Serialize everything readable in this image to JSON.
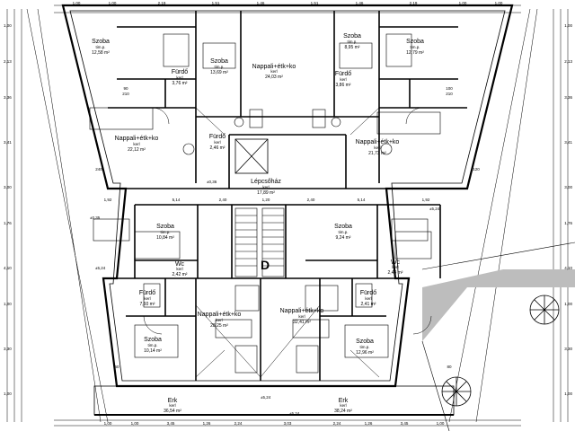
{
  "rooms": [
    {
      "id": "szoba-tl",
      "name": "Szoba",
      "sub": "tim.p.",
      "area": "12,58 m²"
    },
    {
      "id": "szoba-tc",
      "name": "Szoba",
      "sub": "tim.p.",
      "area": "13,69 m²"
    },
    {
      "id": "nappali-top",
      "name": "Nappali+étk+ko",
      "sub": "kerl",
      "area": "24,03 m²"
    },
    {
      "id": "szoba-tr1",
      "name": "Szoba",
      "sub": "tim.p.",
      "area": "8,95 m²"
    },
    {
      "id": "szoba-tr2",
      "name": "Szoba",
      "sub": "tim.p.",
      "area": "12,79 m²"
    },
    {
      "id": "furdo-tl",
      "name": "Fürdő",
      "sub": "kerl",
      "area": "3,76 m²"
    },
    {
      "id": "furdo-tr",
      "name": "Fürdő",
      "sub": "kerl",
      "area": "3,86 m²"
    },
    {
      "id": "nappali-l",
      "name": "Nappali+étk+ko",
      "sub": "kerl",
      "area": "22,12 m²"
    },
    {
      "id": "furdo-cl",
      "name": "Fürdő",
      "sub": "kerl",
      "area": "2,46 m²"
    },
    {
      "id": "nappali-r",
      "name": "Nappali+étk+ko",
      "sub": "kerl",
      "area": "21,73 m²"
    },
    {
      "id": "lepcsohaz",
      "name": "Lépcsőház",
      "sub": "kerl",
      "area": "17,89 m²"
    },
    {
      "id": "szoba-ml",
      "name": "Szoba",
      "sub": "tim.p.",
      "area": "10,84 m²"
    },
    {
      "id": "szoba-mr",
      "name": "Szoba",
      "sub": "tim.p.",
      "area": "9,24 m²"
    },
    {
      "id": "wc-ml",
      "name": "Wc",
      "sub": "kerl",
      "area": "2,42 m²"
    },
    {
      "id": "wc-mr",
      "name": "Wc",
      "sub": "kerl",
      "area": "2,44 m²"
    },
    {
      "id": "furdo-bl",
      "name": "Fürdő",
      "sub": "kerl",
      "area": "7,60 m²"
    },
    {
      "id": "furdo-br",
      "name": "Fürdő",
      "sub": "kerl",
      "area": "2,41 m²"
    },
    {
      "id": "nappali-bl",
      "name": "Nappali+étk+ko",
      "sub": "kerl",
      "area": "28,25 m²"
    },
    {
      "id": "nappali-br",
      "name": "Nappali+étk+ko",
      "sub": "kerl",
      "area": "32,41 m²"
    },
    {
      "id": "szoba-bl",
      "name": "Szoba",
      "sub": "tim.p.",
      "area": "10,14 m²"
    },
    {
      "id": "szoba-br",
      "name": "Szoba",
      "sub": "tim.p.",
      "area": "12,96 m²"
    },
    {
      "id": "erkely-l",
      "name": "Erk",
      "sub": "kerl",
      "area": "36,54 m²"
    },
    {
      "id": "erkely-r",
      "name": "Erk",
      "sub": "kerl",
      "area": "38,24 m²"
    }
  ],
  "elevator_label": "D",
  "level_markers": [
    "±0,36",
    "±0,35",
    "±5,24",
    "±5,24",
    "±5,24",
    "±5,24"
  ],
  "dimensions": {
    "top": [
      "1,00",
      "1,00",
      "2,19",
      "1,51",
      "1,46",
      "1,51",
      "1,46",
      "2,19",
      "1,00",
      "1,00"
    ],
    "mid": [
      "1,92",
      "5,14",
      "2,40",
      "1,20",
      "2,40",
      "5,14",
      "1,92"
    ],
    "bottom": [
      "1,00",
      "1,00",
      "3,45",
      "1,26",
      "2,24",
      "3,03",
      "2,24",
      "1,26",
      "3,45",
      "1,00"
    ],
    "left": [
      "1,00",
      "2,13",
      "3,36",
      "3,41",
      "3,00",
      "1,76",
      "4,10",
      "1,00",
      "3,30",
      "1,00"
    ],
    "right": [
      "1,00",
      "2,13",
      "3,36",
      "3,41",
      "3,00",
      "1,76",
      "4,10",
      "1,00",
      "3,30",
      "1,00"
    ],
    "door": [
      "90",
      "210",
      "100",
      "210",
      "240",
      "120",
      "60",
      "80"
    ]
  }
}
